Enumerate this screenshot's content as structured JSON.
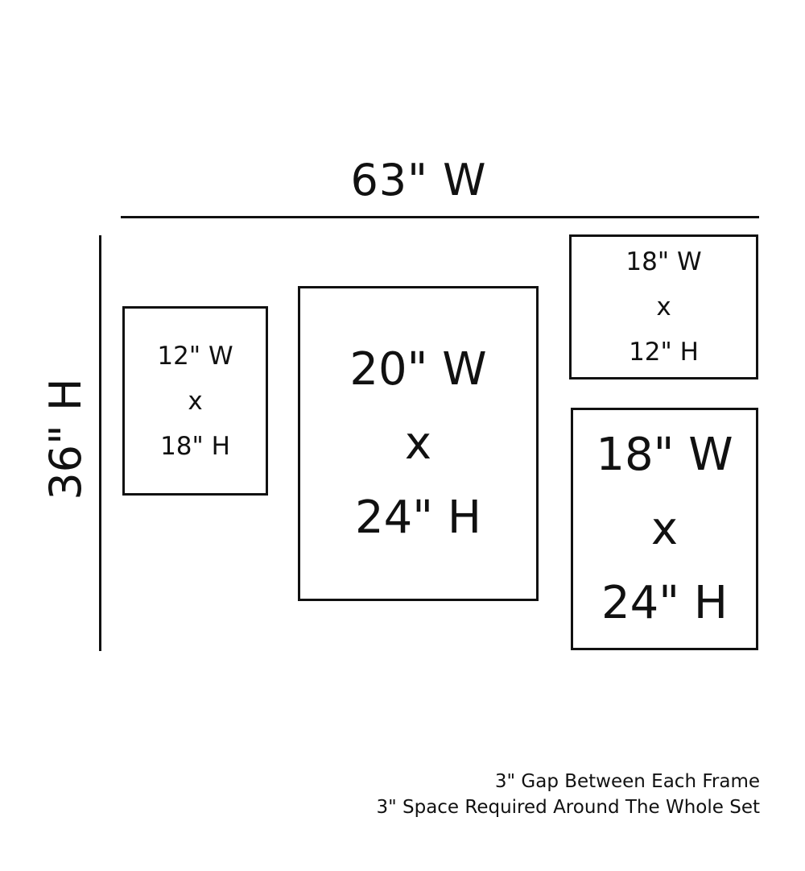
{
  "overall": {
    "width_label": "63\" W",
    "height_label": "36\" H"
  },
  "frames": [
    {
      "w": "12\" W",
      "x": "x",
      "h": "18\" H"
    },
    {
      "w": "20\" W",
      "x": "x",
      "h": "24\" H"
    },
    {
      "w": "18\" W",
      "x": "x",
      "h": "12\" H"
    },
    {
      "w": "18\" W",
      "x": "x",
      "h": "24\" H"
    }
  ],
  "notes": [
    "3\" Gap Between Each Frame",
    "3\" Space Required Around The Whole Set"
  ]
}
